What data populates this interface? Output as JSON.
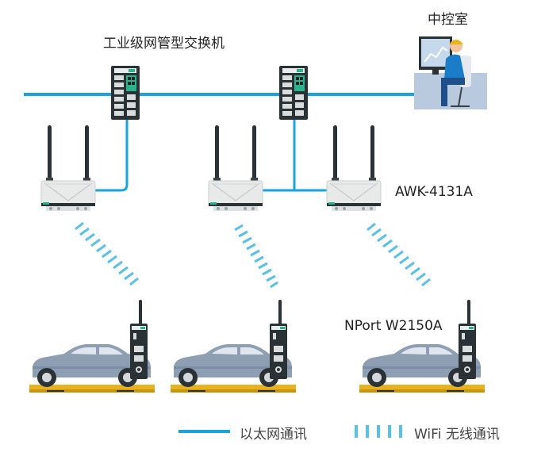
{
  "labels": {
    "switch": "工业级网管型交换机",
    "control_room": "中控室",
    "access_point": "AWK-4131A",
    "client": "NPort W2150A"
  },
  "legend": {
    "ethernet": "以太网通讯",
    "wifi": "WiFi 无线通讯"
  },
  "colors": {
    "ethernet_line": "#1ba3db",
    "wifi_line": "#5bbfe6",
    "device_dark": "#2b3236",
    "device_light": "#e8eaea",
    "accent_green": "#28b48c",
    "car_body": "#8e9fb3",
    "platform": "#e8b21f"
  }
}
